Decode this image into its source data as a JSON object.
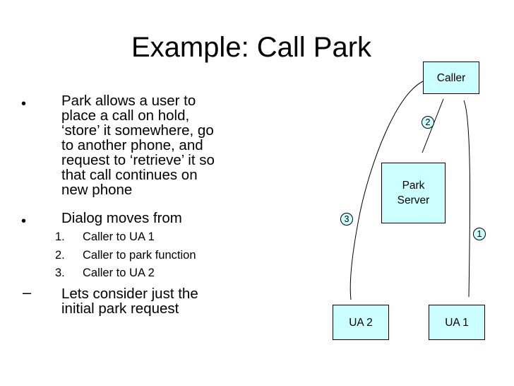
{
  "slide": {
    "title": "Example: Call Park"
  },
  "bullets": {
    "b1_marker": "•",
    "b1_lines": [
      "Park allows a user to",
      "place a call on hold,",
      "‘store’ it somewhere, go",
      "to another phone, and",
      "request to ‘retrieve’ it so",
      "that call continues on",
      "new phone"
    ],
    "b2_marker": "•",
    "b2_text": "Dialog moves from",
    "numbered": [
      {
        "num": "1.",
        "text": "Caller to UA 1"
      },
      {
        "num": "2.",
        "text": "Caller to park function"
      },
      {
        "num": "3.",
        "text": "Caller to UA 2"
      }
    ],
    "b3_marker": "–",
    "b3_lines": [
      "Lets consider just the",
      "initial park request"
    ]
  },
  "diagram": {
    "caller": "Caller",
    "park_line1": "Park",
    "park_line2": "Server",
    "ua2": "UA 2",
    "ua1": "UA 1",
    "step1": "1",
    "step2": "2",
    "step3": "3",
    "box_fill": "#ccffff",
    "line_color": "#000000"
  }
}
